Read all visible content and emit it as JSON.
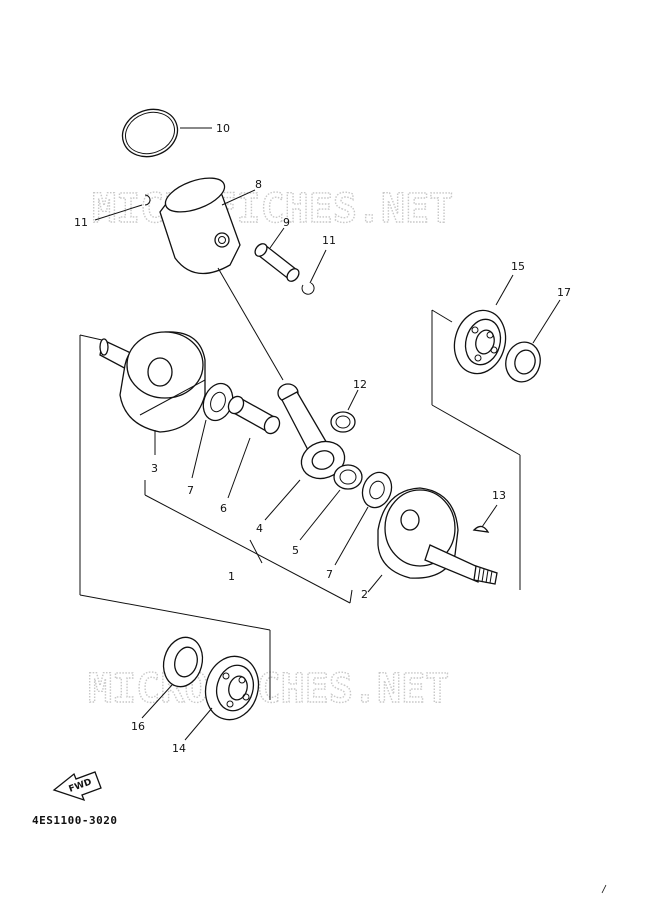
{
  "diagram_code": "4ES1100-3020",
  "fwd_label": "FWD",
  "watermarks": [
    "MICROFICHES.NET",
    "MICROFICHES.NET"
  ],
  "callouts": [
    {
      "id": "p1",
      "label": "1"
    },
    {
      "id": "p2",
      "label": "2"
    },
    {
      "id": "p3",
      "label": "3"
    },
    {
      "id": "p4",
      "label": "4"
    },
    {
      "id": "p5",
      "label": "5"
    },
    {
      "id": "p6",
      "label": "6"
    },
    {
      "id": "p7a",
      "label": "7"
    },
    {
      "id": "p7b",
      "label": "7"
    },
    {
      "id": "p8",
      "label": "8"
    },
    {
      "id": "p9",
      "label": "9"
    },
    {
      "id": "p10",
      "label": "10"
    },
    {
      "id": "p11a",
      "label": "11"
    },
    {
      "id": "p11b",
      "label": "11"
    },
    {
      "id": "p12",
      "label": "12"
    },
    {
      "id": "p13",
      "label": "13"
    },
    {
      "id": "p14",
      "label": "14"
    },
    {
      "id": "p15",
      "label": "15"
    },
    {
      "id": "p16",
      "label": "16"
    },
    {
      "id": "p17",
      "label": "17"
    }
  ]
}
